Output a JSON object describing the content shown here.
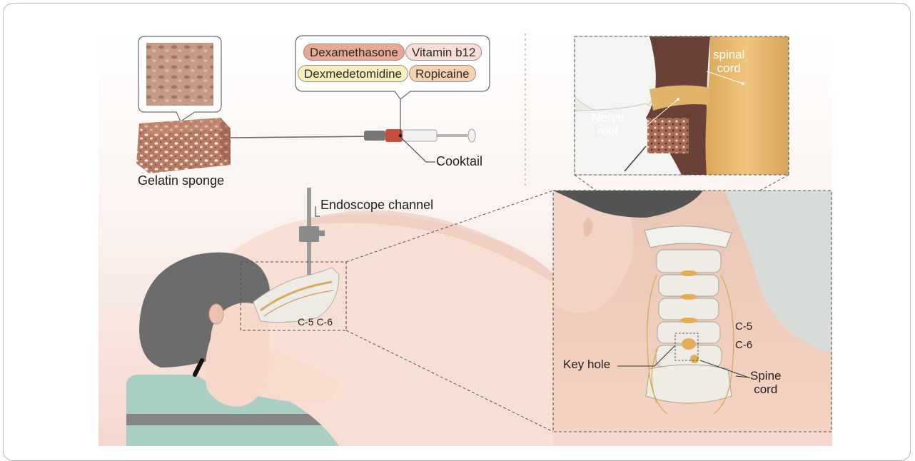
{
  "labels": {
    "gelatin_sponge": "Gelatin sponge",
    "cocktail": "Cooktail",
    "endoscope_channel": "Endoscope channel",
    "c5_c6_left": "C-5 C-6",
    "spinal_cord": [
      "spinal",
      "cord"
    ],
    "nerve_root": [
      "Nerve",
      "root"
    ],
    "key_hole": "Key hole",
    "c5_right": "C-5",
    "c6_right": "C-6",
    "spine_cord": [
      "Spine",
      "cord"
    ]
  },
  "drugs": [
    {
      "name": "Dexamethasone",
      "color": "#e9a893"
    },
    {
      "name": "Vitamin b12",
      "color": "#f8ded6"
    },
    {
      "name": "Dexmedetomidine",
      "color": "#f8efbf"
    },
    {
      "name": "Ropicaine",
      "color": "#f6d2b2"
    }
  ],
  "colors": {
    "skin": "#f6dccf",
    "hair": "#6e6e6e",
    "bone": "#f1efe9",
    "cord": "#e7b96a",
    "sponge": "#b6755e",
    "table": "#a8cdc0"
  }
}
